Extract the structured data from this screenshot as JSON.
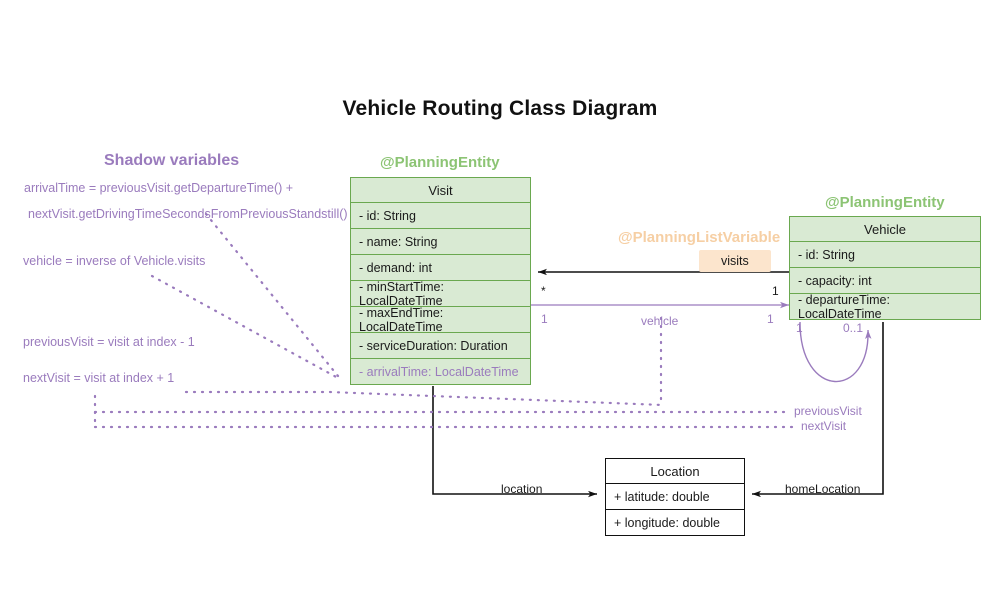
{
  "page": {
    "title": "Vehicle Routing Class Diagram"
  },
  "colors": {
    "entity_fill": "#d9ead3",
    "entity_border": "#6aa84f",
    "stereotype_green": "#8cc474",
    "stereotype_orange": "#f6cfa4",
    "shadow_purple": "#9a7bbd",
    "chip_fill": "#fce5cd",
    "plain_border": "#111111"
  },
  "shadow_panel": {
    "heading": "Shadow variables",
    "lines": [
      "arrivalTime = previousVisit.getDepartureTime() +",
      "nextVisit.getDrivingTimeSecondsFromPreviousStandstill()",
      "vehicle = inverse of Vehicle.visits",
      "previousVisit = visit at index - 1",
      "nextVisit = visit at index + 1"
    ]
  },
  "classes": {
    "visit": {
      "stereotype": "@PlanningEntity",
      "name": "Visit",
      "attributes": [
        "- id: String",
        "- name: String",
        "- demand: int",
        "- minStartTime: LocalDateTime",
        "- maxEndTime: LocalDateTime",
        "- serviceDuration: Duration"
      ],
      "shadow_attributes": [
        "- arrivalTime: LocalDateTime"
      ]
    },
    "vehicle": {
      "stereotype": "@PlanningEntity",
      "name": "Vehicle",
      "attributes": [
        "- id: String",
        "- capacity: int",
        "- departureTime: LocalDateTime"
      ]
    },
    "location": {
      "name": "Location",
      "attributes": [
        "+ latitude: double",
        "+ longitude: double"
      ]
    }
  },
  "relations": {
    "visits": {
      "stereotype": "@PlanningListVariable",
      "label": "visits",
      "source_multiplicity": "1",
      "target_multiplicity": "*"
    },
    "vehicle_ref": {
      "label": "vehicle",
      "source_multiplicity": "1",
      "target_multiplicity": "1"
    },
    "visit_location": {
      "label": "location"
    },
    "vehicle_home_location": {
      "label": "homeLocation"
    },
    "previous_visit": {
      "label": "previousVisit"
    },
    "next_visit": {
      "label": "nextVisit"
    },
    "vehicle_self": {
      "source_multiplicity": "1",
      "target_multiplicity": "0..1"
    }
  }
}
